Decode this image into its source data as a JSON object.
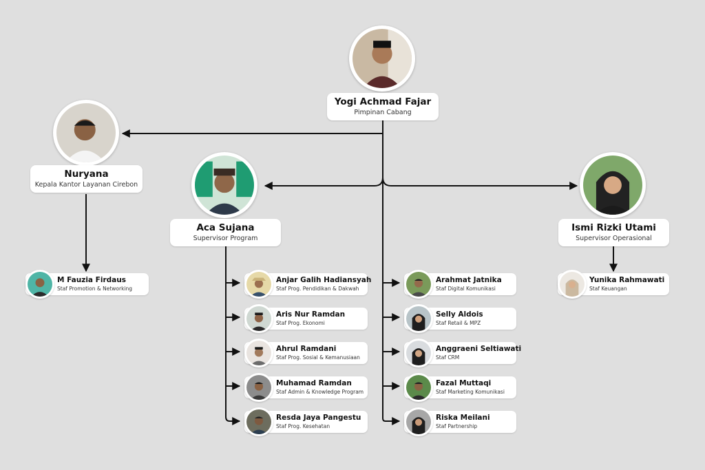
{
  "colors": {
    "background": "#dfdfdf",
    "line": "#111111",
    "card": "#ffffff"
  },
  "leader": {
    "name": "Yogi Achmad Fajar",
    "role": "Pimpinan Cabang"
  },
  "managers": [
    {
      "name": "Nuryana",
      "role": "Kepala Kantor Layanan Cirebon"
    },
    {
      "name": "Aca Sujana",
      "role": "Supervisor Program"
    },
    {
      "name": "Ismi Rizki Utami",
      "role": "Supervisor Operasional"
    }
  ],
  "cirebon_staff": [
    {
      "name": "M Fauzia Firdaus",
      "role": "Staf Promotion & Networking"
    }
  ],
  "program_staff": [
    {
      "name": "Anjar Galih Hadiansyah",
      "role": "Staf Prog. Pendidikan & Dakwah"
    },
    {
      "name": "Aris Nur Ramdan",
      "role": "Staf Prog. Ekonomi"
    },
    {
      "name": "Ahrul Ramdani",
      "role": "Staf Prog. Sosial & Kemanusiaan"
    },
    {
      "name": "Muhamad Ramdan",
      "role": "Staf Admin & Knowledge Program"
    },
    {
      "name": "Resda Jaya Pangestu",
      "role": "Staf Prog. Kesehatan"
    }
  ],
  "direct_staff": [
    {
      "name": "Arahmat Jatnika",
      "role": "Staf Digital Komunikasi"
    },
    {
      "name": "Selly Aldois",
      "role": "Staf Retail & MPZ"
    },
    {
      "name": "Anggraeni Seltiawati",
      "role": "Staf CRM"
    },
    {
      "name": "Fazal Muttaqi",
      "role": "Staf Marketing Komunikasi"
    },
    {
      "name": "Riska Meilani",
      "role": "Staf Partnership"
    }
  ],
  "operasional_staff": [
    {
      "name": "Yunika Rahmawati",
      "role": "Staf Keuangan"
    }
  ]
}
